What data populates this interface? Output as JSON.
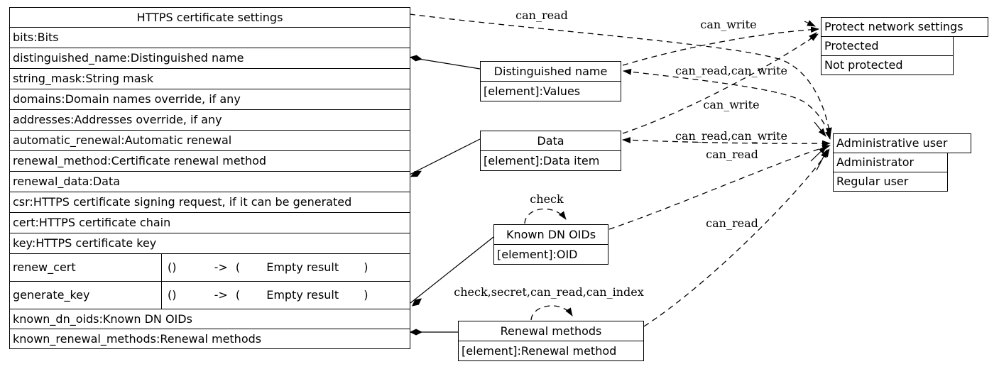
{
  "colors": {
    "ink": "#000000",
    "paper": "#ffffff"
  },
  "main_class": {
    "title": "HTTPS certificate settings",
    "attributes": [
      "bits:Bits",
      "distinguished_name:Distinguished name",
      "string_mask:String mask",
      "domains:Domain names override, if any",
      "addresses:Addresses override, if any",
      "automatic_renewal:Automatic renewal",
      "renewal_method:Certificate renewal method",
      "renewal_data:Data",
      "csr:HTTPS certificate signing request, if it can be generated",
      "cert:HTTPS certificate chain",
      "key:HTTPS certificate key"
    ],
    "methods": [
      {
        "name": "renew_cert",
        "params": "()",
        "arrow": "->",
        "open_paren": "(",
        "result": "Empty result",
        "close_paren": ")"
      },
      {
        "name": "generate_key",
        "params": "()",
        "arrow": "->",
        "open_paren": "(",
        "result": "Empty result",
        "close_paren": ")"
      }
    ],
    "collections": [
      "known_dn_oids:Known DN OIDs",
      "known_renewal_methods:Renewal methods"
    ]
  },
  "element_classes": [
    {
      "title": "Distinguished name",
      "element_row": "[element]:Values"
    },
    {
      "title": "Data",
      "element_row": "[element]:Data item"
    },
    {
      "title": "Known DN OIDs",
      "element_row": "[element]:OID"
    },
    {
      "title": "Renewal methods",
      "element_row": "[element]:Renewal method"
    }
  ],
  "acl_classes": [
    {
      "title": "Protect network settings",
      "options": [
        "Protected",
        "Not protected"
      ]
    },
    {
      "title": "Administrative user",
      "options": [
        "Administrator",
        "Regular user"
      ]
    }
  ],
  "edges": [
    {
      "from": "HTTPS certificate settings",
      "to": "Administrative user",
      "label": "can_read"
    },
    {
      "from": "Distinguished name",
      "to": "Protect network settings",
      "label": "can_write"
    },
    {
      "from": "Distinguished name",
      "to": "Administrative user",
      "label": "can_read,can_write",
      "bidirectional": true
    },
    {
      "from": "Data",
      "to": "Protect network settings",
      "label": "can_write"
    },
    {
      "from": "Data",
      "to": "Administrative user",
      "label": "can_read,can_write",
      "bidirectional": true
    },
    {
      "from": "Known DN OIDs",
      "to": "Administrative user",
      "label": "can_read"
    },
    {
      "from": "Renewal methods",
      "to": "Administrative user",
      "label": "can_read"
    },
    {
      "from": "Known DN OIDs",
      "to": "Known DN OIDs",
      "label": "check"
    },
    {
      "from": "Renewal methods",
      "to": "Renewal methods",
      "label": "check,secret,can_read,can_index"
    }
  ],
  "compositions": [
    {
      "from": "distinguished_name",
      "to": "Distinguished name"
    },
    {
      "from": "renewal_data",
      "to": "Data"
    },
    {
      "from": "known_dn_oids",
      "to": "Known DN OIDs"
    },
    {
      "from": "known_renewal_methods",
      "to": "Renewal methods"
    }
  ]
}
